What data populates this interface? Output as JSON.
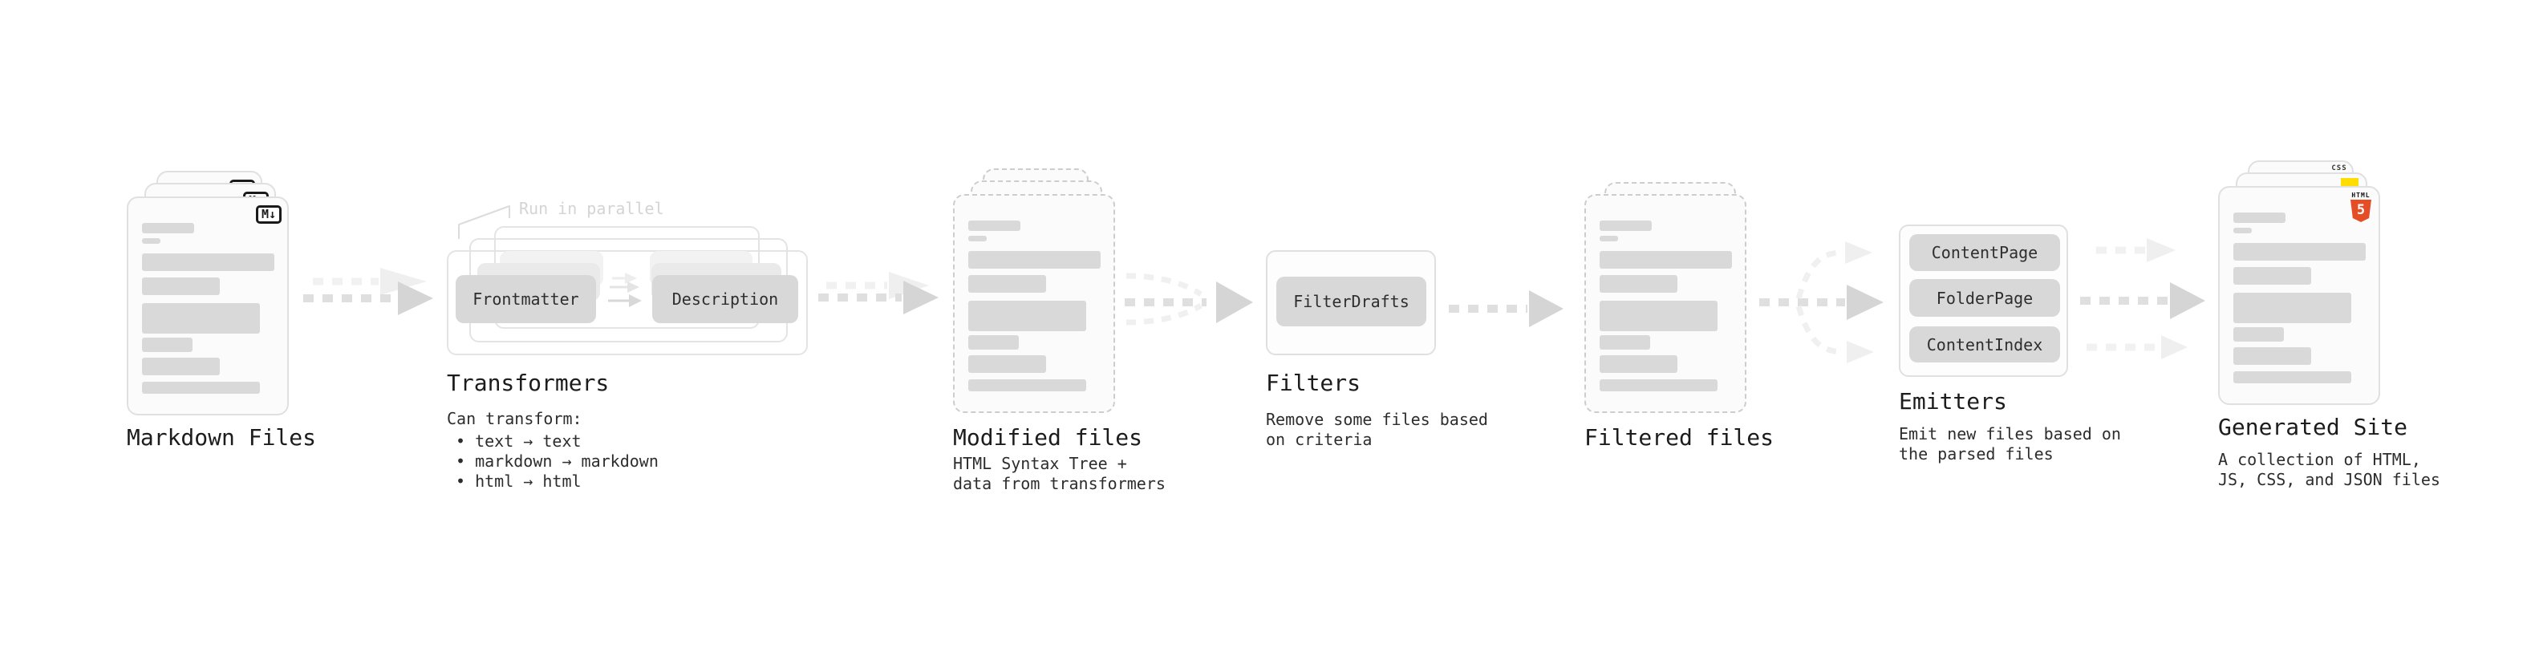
{
  "pipeline": {
    "markdown": {
      "label": "Markdown Files",
      "badge": "M↓"
    },
    "transformers": {
      "note": "Run in parallel",
      "pill_left": "Frontmatter",
      "pill_right": "Description",
      "label": "Transformers",
      "desc_intro": "Can transform:",
      "bullets": [
        "• text → text",
        "• markdown → markdown",
        "• html → html"
      ]
    },
    "modified": {
      "label": "Modified files",
      "desc": [
        "HTML Syntax Tree +",
        "data from transformers"
      ]
    },
    "filters": {
      "pill": "FilterDrafts",
      "label": "Filters",
      "desc": [
        "Remove some files based",
        "on criteria"
      ]
    },
    "filtered": {
      "label": "Filtered files"
    },
    "emitters": {
      "pills": [
        "ContentPage",
        "FolderPage",
        "ContentIndex"
      ],
      "label": "Emitters",
      "desc": [
        "Emit new files based on",
        "the parsed files"
      ]
    },
    "generated": {
      "label": "Generated Site",
      "badge_css": "CSS",
      "badge_html_word": "HTML",
      "badge_html_five": "5",
      "desc": [
        "A collection of HTML,",
        "JS, CSS, and JSON files"
      ]
    }
  },
  "colors": {
    "html5_orange": "#e44d26",
    "js_yellow": "#ffdd00",
    "css_blue": "#2965f1",
    "placeholder_gray": "#d9d9d9",
    "pill_gray": "#d8d8d8"
  }
}
